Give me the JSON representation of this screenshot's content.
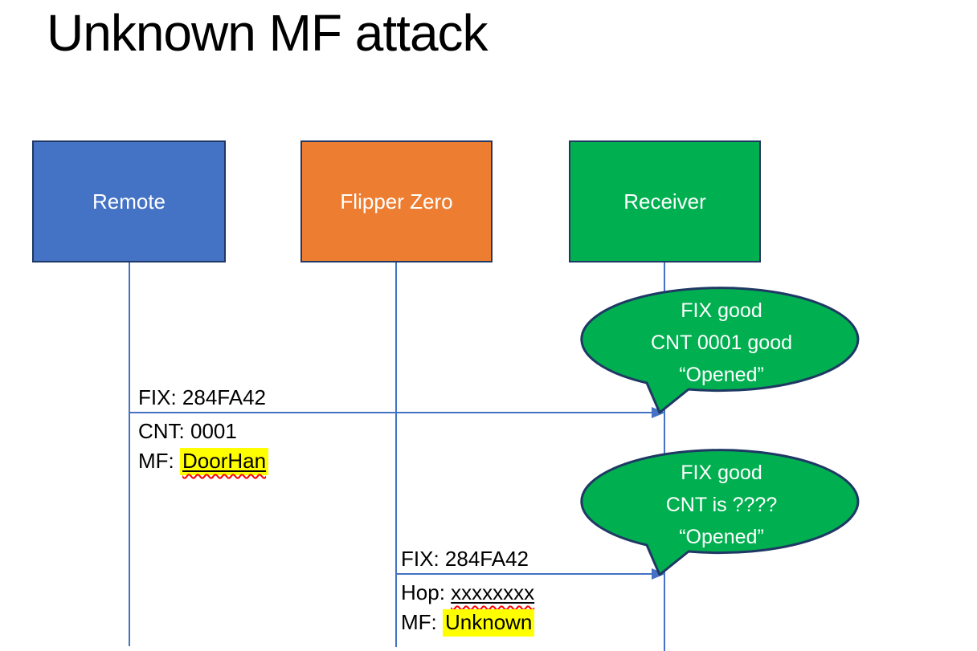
{
  "title": "Unknown MF attack",
  "actors": [
    {
      "id": "remote",
      "label": "Remote",
      "fill": "#4472C4"
    },
    {
      "id": "flipper",
      "label": "Flipper Zero",
      "fill": "#ED7D31"
    },
    {
      "id": "receiver",
      "label": "Receiver",
      "fill": "#00B050"
    }
  ],
  "messages": [
    {
      "from": "Remote",
      "to": "Receiver",
      "line1": "FIX: 284FA42",
      "line2": "CNT: 0001",
      "line3_prefix": "MF: ",
      "line3_value": "DoorHan"
    },
    {
      "from": "Flipper Zero",
      "to": "Receiver",
      "line1": "FIX: 284FA42",
      "line2_prefix": "Hop: ",
      "line2_value": "xxxxxxxx",
      "line3_prefix": "MF: ",
      "line3_value": "Unknown"
    }
  ],
  "callouts": [
    {
      "line1": "FIX good",
      "line2": "CNT 0001 good",
      "line3": "“Opened”"
    },
    {
      "line1": "FIX good",
      "line2": "CNT is ????",
      "line3": "“Opened”"
    }
  ],
  "colors": {
    "actor_blue": "#4472C4",
    "actor_orange": "#ED7D31",
    "actor_green": "#00B050",
    "outline_navy": "#1F3864",
    "connector_blue": "#4472C4",
    "bubble_green": "#00B050",
    "highlight_yellow": "#FFFF00",
    "spellcheck_red": "#FF0000"
  }
}
